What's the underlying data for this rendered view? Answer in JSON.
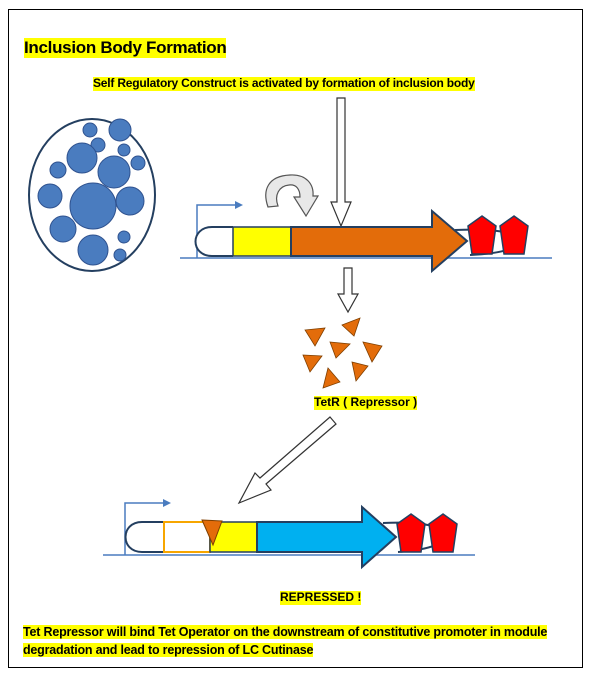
{
  "title": "Inclusion Body Formation",
  "subtitle": "Self Regulatory Construct is activated by formation of inclusion body",
  "repressor_label": "TetR ( Repressor )",
  "status_label": "REPRESSED !",
  "description": {
    "line1": "Tet Repressor will bind Tet Operator on the downstream of constitutive promoter in module",
    "line2": "degradation and lead to repression of LC Cutinase"
  },
  "colors": {
    "inclusion_body": "#4a7cbf",
    "operator": "#ffff00",
    "tetr_gene": "#e36c0a",
    "reporter_gene": "#00b0f0",
    "terminator": "#ff0000",
    "dna_line": "#4a7cbf",
    "highlight": "#ffff00"
  }
}
